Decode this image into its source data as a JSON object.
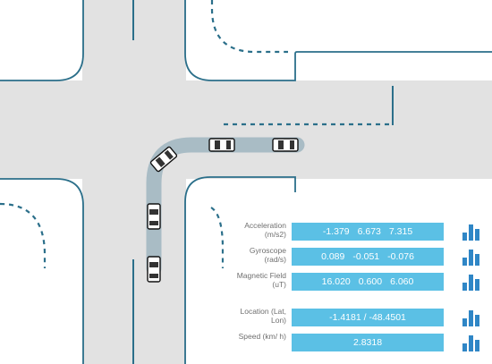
{
  "sensors": {
    "acceleration": {
      "label": "Acceleration (m/s2)",
      "x": "-1.379",
      "y": "6.673",
      "z": "7.315"
    },
    "gyroscope": {
      "label": "Gyroscope (rad/s)",
      "x": "0.089",
      "y": "-0.051",
      "z": "-0.076"
    },
    "magnetic": {
      "label": "Magnetic Field (uT)",
      "x": "16.020",
      "y": "0.600",
      "z": "6.060"
    },
    "location": {
      "label": "Location (Lat, Lon)",
      "value": "-1.4181 / -48.4501"
    },
    "speed": {
      "label": "Speed (km/ h)",
      "value": "2.8318"
    }
  },
  "icons": {
    "chart": "bar-chart-icon",
    "car": "car-icon"
  },
  "colors": {
    "road": "#e2e2e2",
    "road_edge": "#2b6f8a",
    "path": "#a9bcc5",
    "value_bg": "#5bc0e5",
    "icon_blue": "#2f86c6",
    "label_text": "#6f6f6f"
  }
}
